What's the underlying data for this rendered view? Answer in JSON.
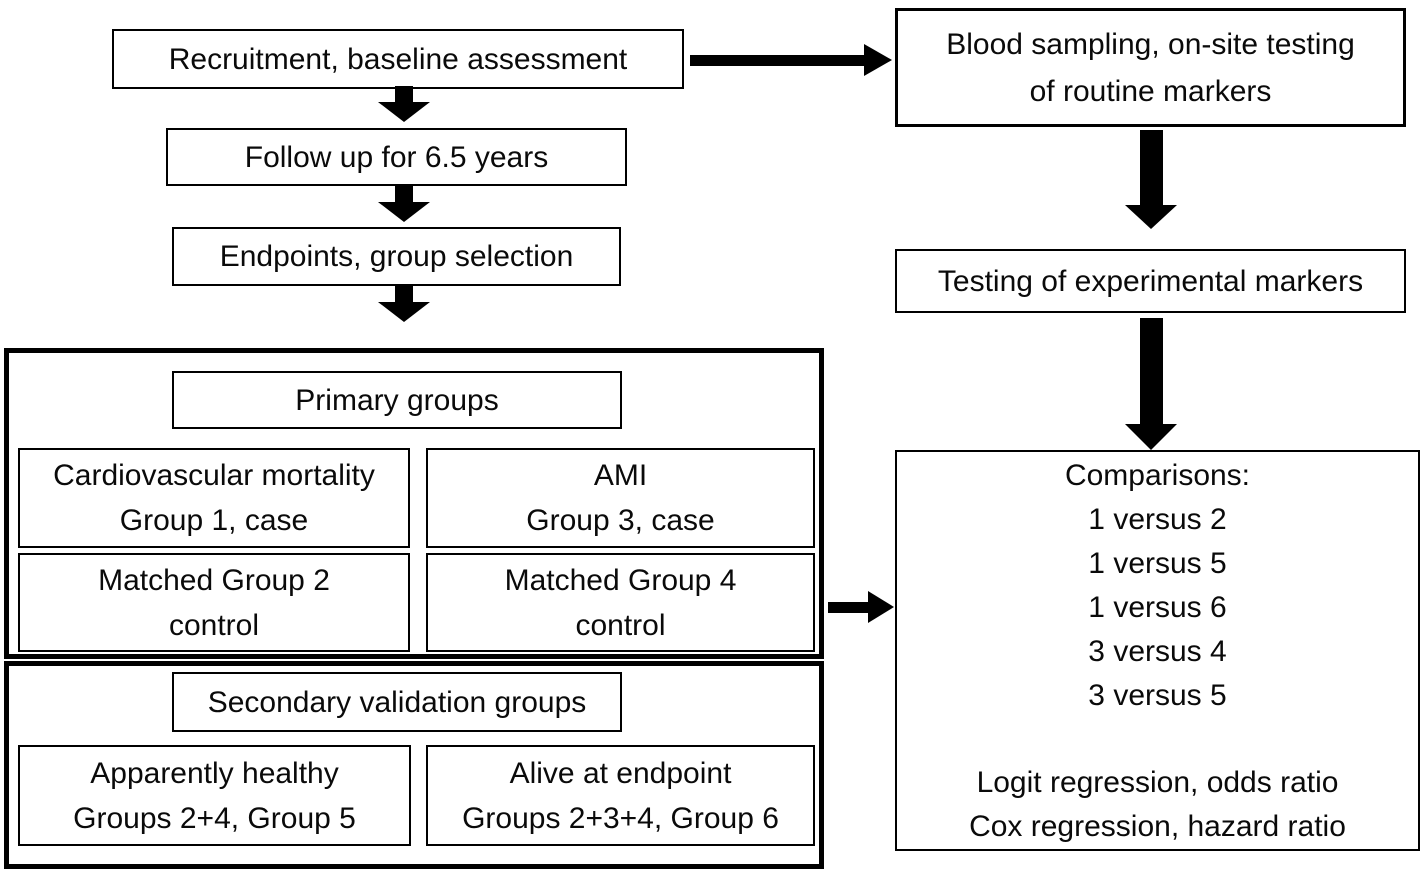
{
  "nodes": {
    "recruitment": {
      "label": "Recruitment, baseline assessment"
    },
    "followup": {
      "label": "Follow up for 6.5 years"
    },
    "endpoints": {
      "label": "Endpoints, group selection"
    },
    "primary_groups": {
      "label": "Primary groups"
    },
    "cardio": {
      "line1": "Cardiovascular mortality",
      "line2": "Group 1, case"
    },
    "ami": {
      "line1": "AMI",
      "line2": "Group 3, case"
    },
    "matched2": {
      "line1": "Matched Group 2",
      "line2": "control"
    },
    "matched4": {
      "line1": "Matched Group 4",
      "line2": "control"
    },
    "secondary_validation": {
      "label": "Secondary validation groups"
    },
    "healthy": {
      "line1": "Apparently healthy",
      "line2": "Groups 2+4, Group 5"
    },
    "alive": {
      "line1": "Alive at endpoint",
      "line2": "Groups 2+3+4, Group 6"
    },
    "blood": {
      "line1": "Blood sampling, on-site testing",
      "line2": "of routine markers"
    },
    "experimental": {
      "label": "Testing of experimental markers"
    },
    "comparisons": {
      "title": "Comparisons:",
      "items": [
        "1 versus 2",
        "1 versus 5",
        "1 versus 6",
        "3 versus 4",
        "3 versus 5"
      ],
      "footer1": "Logit regression, odds ratio",
      "footer2": "Cox regression, hazard ratio"
    }
  },
  "colors": {
    "line": "#000000",
    "background": "#ffffff",
    "text": "#0a0a0a"
  }
}
